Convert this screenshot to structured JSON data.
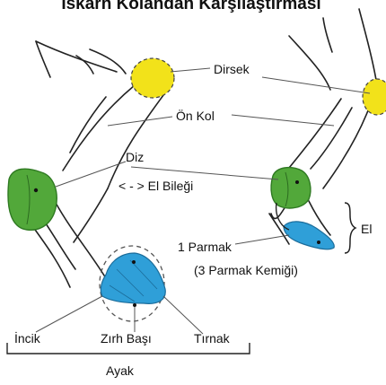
{
  "title": "İskarn Kolandan Karşılaştırması",
  "labels": {
    "dirsek": "Dirsek",
    "on_kol": "Ön Kol",
    "diz": "Diz",
    "el_bilegi": "< - > El Bileği",
    "el": "El",
    "parmak": "1 Parmak",
    "parmak_kemigi": "(3 Parmak Kemiği)",
    "incik": "İncik",
    "zirh_basi": "Zırh Başı",
    "tirnak": "Tırnak",
    "ayak": "Ayak"
  },
  "colors": {
    "joint_yellow": "#f2e21a",
    "joint_green": "#52a83a",
    "hoof_blue": "#2f9fd8",
    "line": "#222222"
  }
}
